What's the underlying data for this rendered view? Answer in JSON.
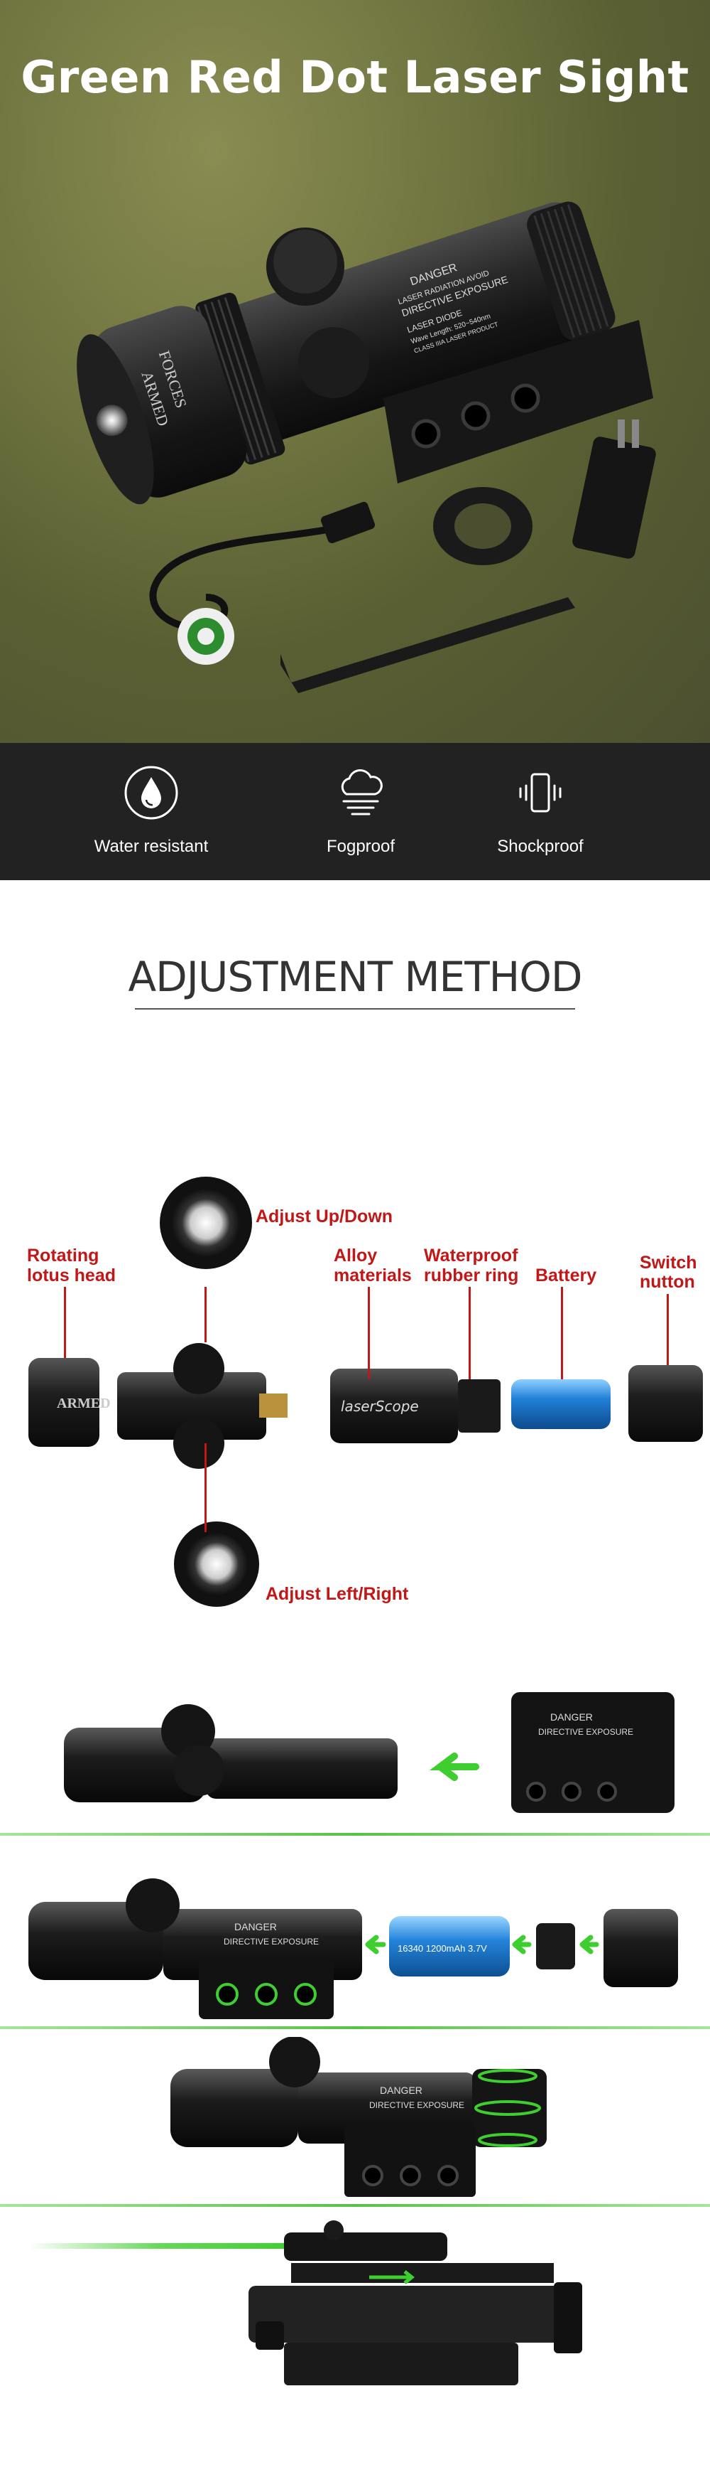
{
  "hero": {
    "title": "Green Red Dot Laser Sight"
  },
  "features": [
    {
      "icon": "water-drop-icon",
      "label": "Water resistant"
    },
    {
      "icon": "cloud-fog-icon",
      "label": "Fogproof"
    },
    {
      "icon": "phone-vibrate-icon",
      "label": "Shockproof"
    }
  ],
  "adjustment": {
    "title": "ADJUSTMENT METHOD",
    "labels": {
      "up_down": "Adjust Up/Down",
      "lotus_1": "Rotating",
      "lotus_2": "lotus head",
      "alloy_1": "Alloy",
      "alloy_2": "materials",
      "rubber_1": "Waterproof",
      "rubber_2": "rubber ring",
      "battery": "Battery",
      "switch_1": "Switch",
      "switch_2": "nutton",
      "left_right": "Adjust Left/Right"
    }
  },
  "product_markings": {
    "danger": "DANGER",
    "radiation": "LASER RADIATION AVOID",
    "exposure": "DIRECTIVE  EXPOSURE",
    "diode": "LASER DIODE",
    "wave": "Wave Length: 520~540nm",
    "class": "CLASS IIIA LASER PRODUCT",
    "brand": "laserScope",
    "armed": "ARMED",
    "forces": "FORCES",
    "battery_text": "16340 1200mAh 3.7V"
  },
  "colors": {
    "accent_red": "#c21717",
    "laser_green": "#3fce2f",
    "band": "#222222"
  }
}
